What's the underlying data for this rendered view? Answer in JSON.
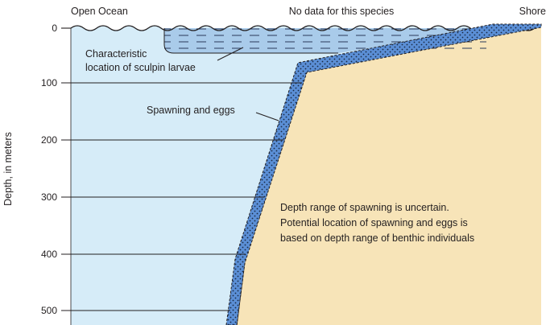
{
  "labels": {
    "open_ocean": "Open Ocean",
    "no_data": "No data for this species",
    "shore": "Shore",
    "larvae_line1": "Characteristic",
    "larvae_line2": "location of sculpin larvae",
    "spawning": "Spawning and eggs",
    "note_line1": "Depth range of spawning is uncertain.",
    "note_line2": "Potential location of spawning and eggs is",
    "note_line3": "based on depth range of benthic individuals"
  },
  "y_axis": {
    "title": "Depth, in meters",
    "ticks": [
      "0",
      "100",
      "200",
      "300",
      "400",
      "500"
    ]
  },
  "colors": {
    "water": "#d6ecf8",
    "land": "#f7e4b8",
    "spawning_band": "#5b8fd6",
    "larvae_zone": "#a9cbea",
    "lines": "#231f20"
  }
}
